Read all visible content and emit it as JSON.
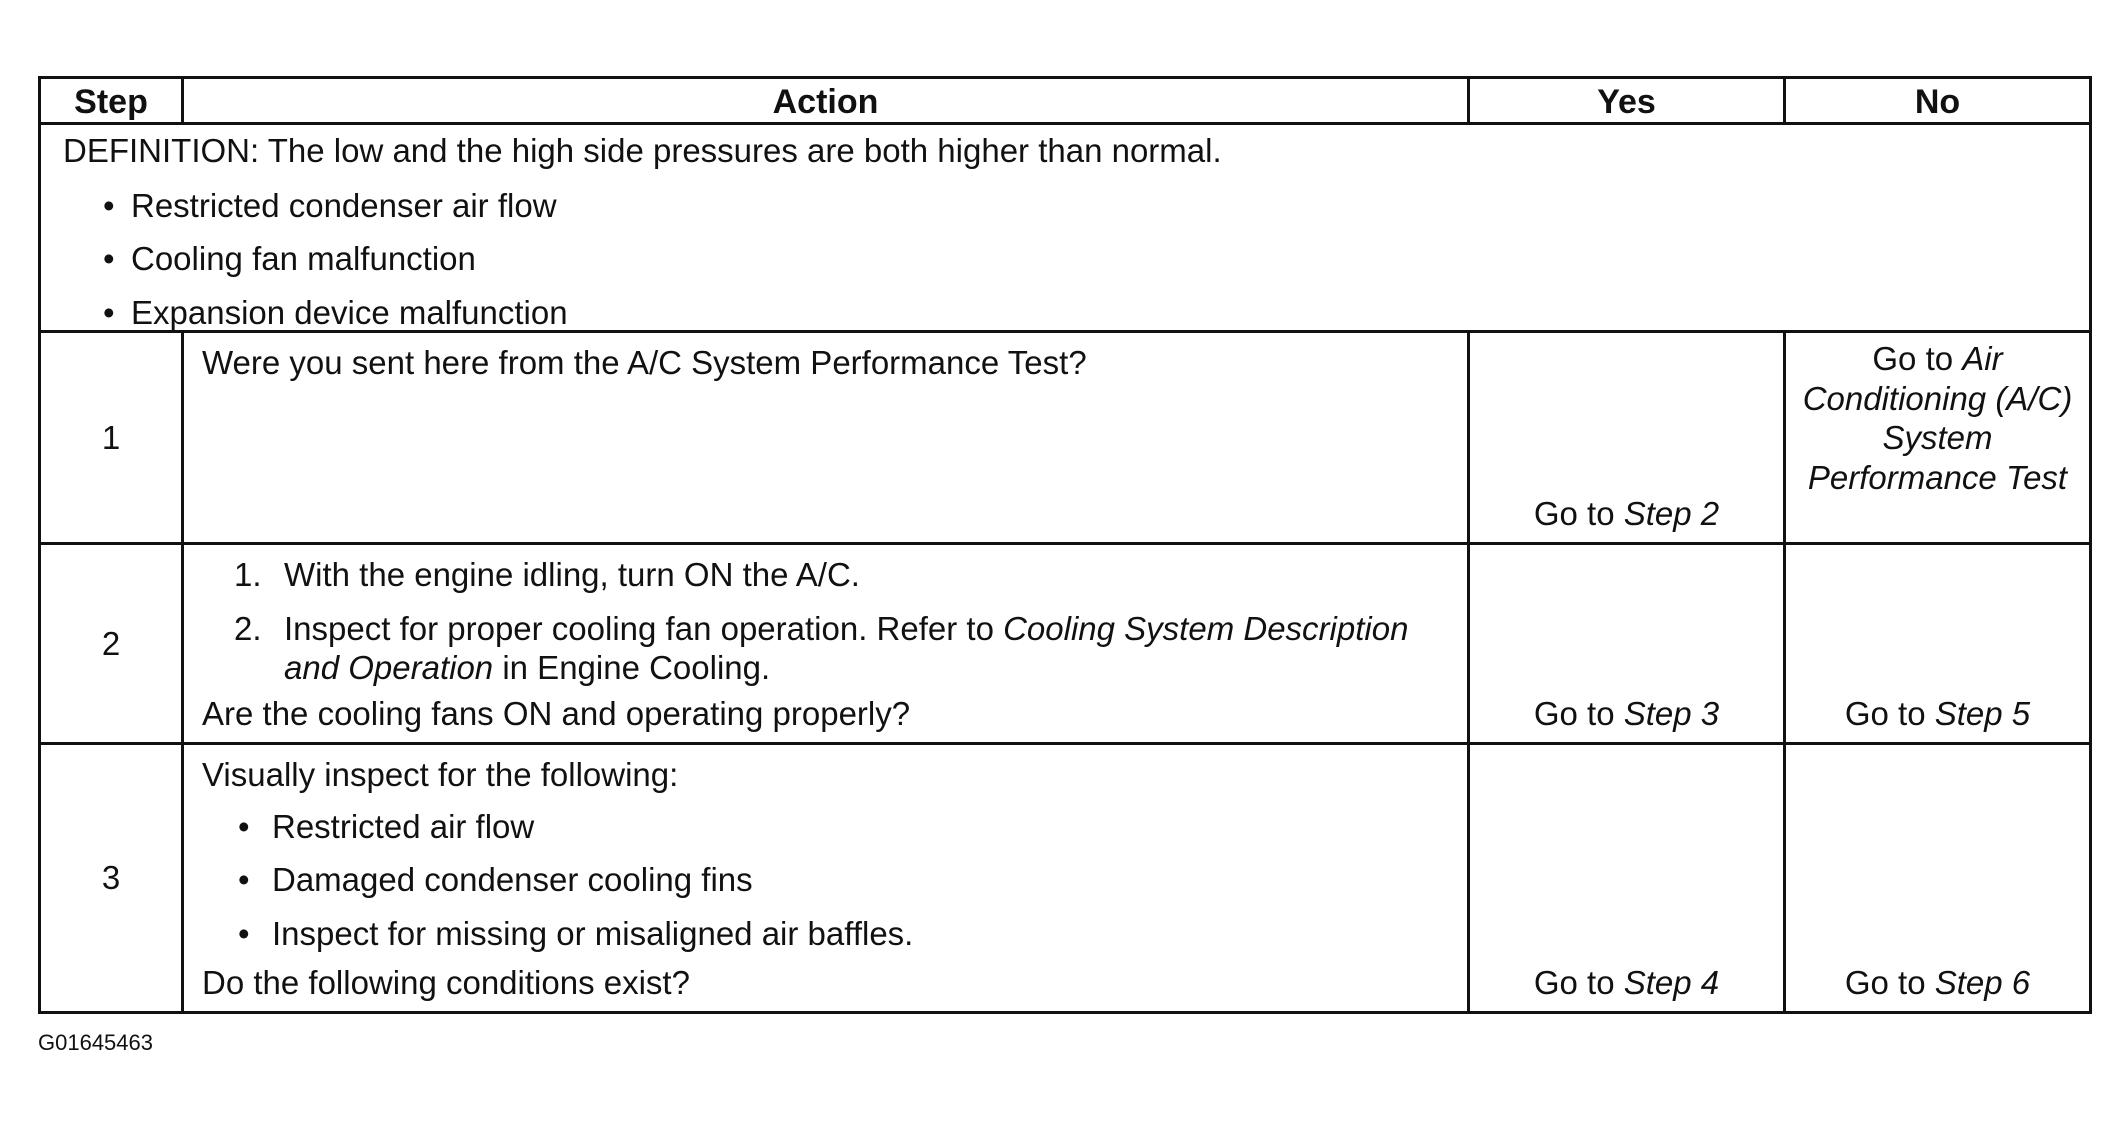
{
  "headers": {
    "step": "Step",
    "action": "Action",
    "yes": "Yes",
    "no": "No"
  },
  "definition": {
    "text": "DEFINITION: The low and the high side pressures are both higher than normal.",
    "bullets": [
      "Restricted condenser air flow",
      "Cooling fan malfunction",
      "Expansion device malfunction"
    ]
  },
  "rows": [
    {
      "step": "1",
      "question": "Were you sent here from the A/C System Performance Test?",
      "yes_prefix": "Go to ",
      "yes_ref": "Step 2",
      "no_prefix": "Go to ",
      "no_ref": "Air Conditioning (A/C) System Performance Test"
    },
    {
      "step": "2",
      "substeps": [
        {
          "num": "1.",
          "text": "With the engine idling, turn ON the A/C."
        },
        {
          "num": "2.",
          "text_before": "Inspect for proper cooling fan operation. Refer to ",
          "ref": "Cooling System Description and Operation",
          "text_after": " in Engine Cooling."
        }
      ],
      "question": "Are the cooling fans ON and operating properly?",
      "yes_prefix": "Go to ",
      "yes_ref": "Step 3",
      "no_prefix": "Go to ",
      "no_ref": "Step 5"
    },
    {
      "step": "3",
      "intro": "Visually inspect for the following:",
      "bullets": [
        "Restricted air flow",
        "Damaged condenser cooling fins",
        "Inspect for missing or misaligned air baffles."
      ],
      "question": "Do the following conditions exist?",
      "yes_prefix": "Go to ",
      "yes_ref": "Step 4",
      "no_prefix": "Go to ",
      "no_ref": "Step 6"
    }
  ],
  "figure_id": "G01645463"
}
